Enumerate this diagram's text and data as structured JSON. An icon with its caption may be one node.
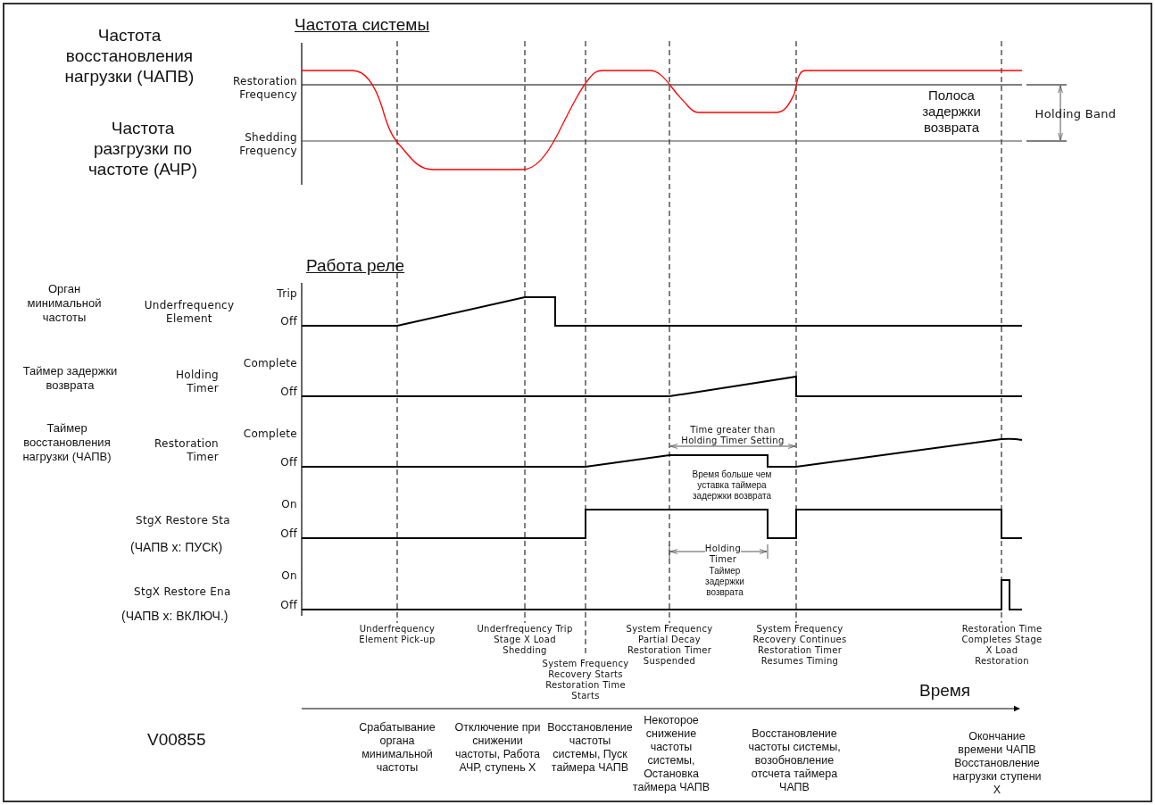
{
  "diagram": {
    "labels": [
      "Частота системы",
      "Частота восстановления нагрузки (ЧАПВ)",
      "Restoration Frequency",
      "Частота разгрузки по частоте (АЧР)",
      "Shedding Frequency",
      "Полоса задержки возврата",
      "Holding Band",
      "Работа реле",
      "Орган минимальной частоты",
      "Underfrequency Element",
      "Trip",
      "Off",
      "Таймер задержки возврата",
      "Holding Timer",
      "Complete",
      "Off",
      "Таймер восстановления нагрузки (ЧАПВ)",
      "Restoration Timer",
      "Complete",
      "Off",
      "On",
      "StgX Restore Sta",
      "Off",
      "(ЧАПВ х: ПУСК)",
      "On",
      "StgX Restore Ena",
      "Off",
      "(ЧАПВ х: ВКЛЮЧ.)",
      "Time greater than Holding Timer Setting",
      "Время больше чем уставка таймера задержки возврата",
      "Holding Timer",
      "Таймер задержки возврата",
      "Underfrequency Element Pick-up",
      "Underfrequency Trip Stage X Load Shedding",
      "System Frequency Recovery Starts Restoration Time Starts",
      "System Frequency Partial Decay Restoration Timer Suspended",
      "System Frequency Recovery Continues Restoration Timer Resumes Timing",
      "Restoration Time Completes Stage X Load Restoration",
      "Время",
      "V00855",
      "Срабатывание органа минимальной частоты",
      "Отключение при снижении частоты, Работа АЧР, ступень Х",
      "Восстановление частоты системы, Пуск таймера ЧАПВ",
      "Некоторое снижение частоты системы, Остановка таймера ЧАПВ",
      "Восстановление частоты системы, возобновление отсчета таймера ЧАПВ",
      "Окончание времени ЧАПВ Восстановление нагрузки ступени Х"
    ]
  }
}
